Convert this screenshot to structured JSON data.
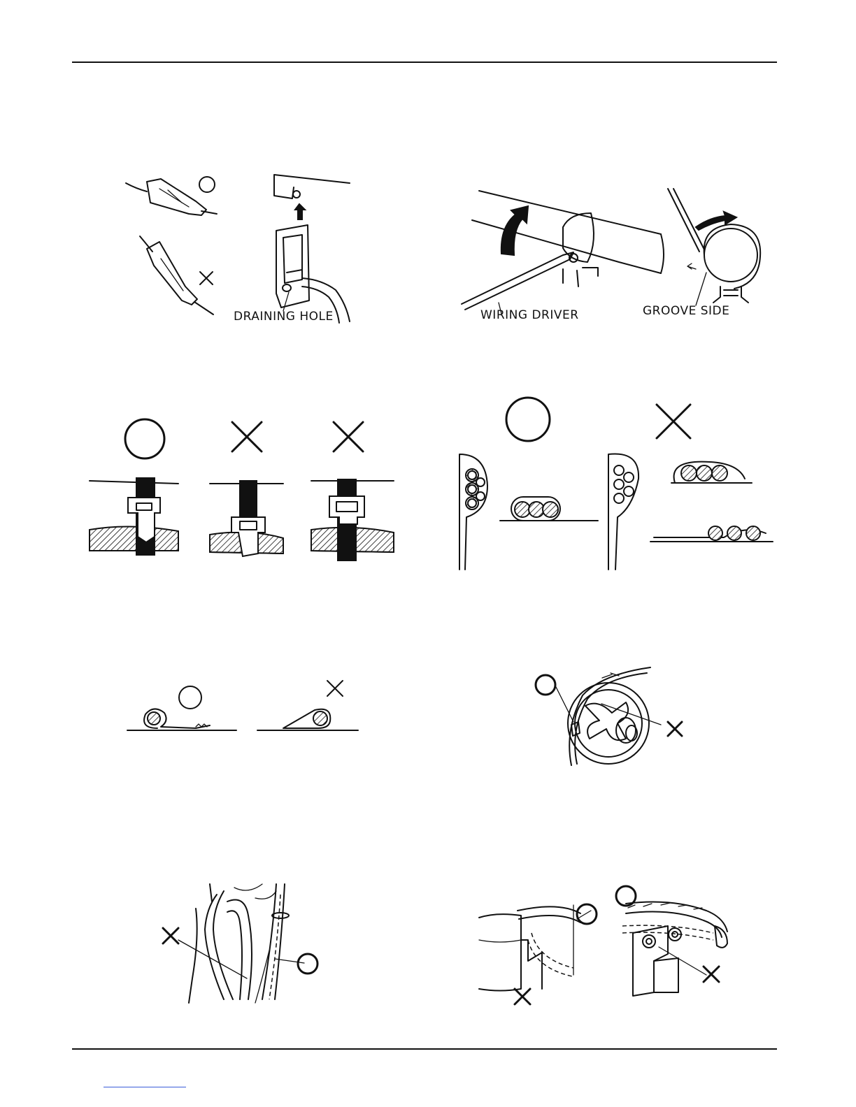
{
  "labels": {
    "draining_hole": "DRAINING HOLE",
    "wiring_driver": "WIRING DRIVER",
    "groove_side": "GROOVE SIDE"
  },
  "icons": {
    "correct": "circle-mark-icon",
    "incorrect": "cross-mark-icon"
  },
  "colors": {
    "ink": "#111111",
    "paper": "#ffffff",
    "footer_link": "#3a5bd9"
  }
}
